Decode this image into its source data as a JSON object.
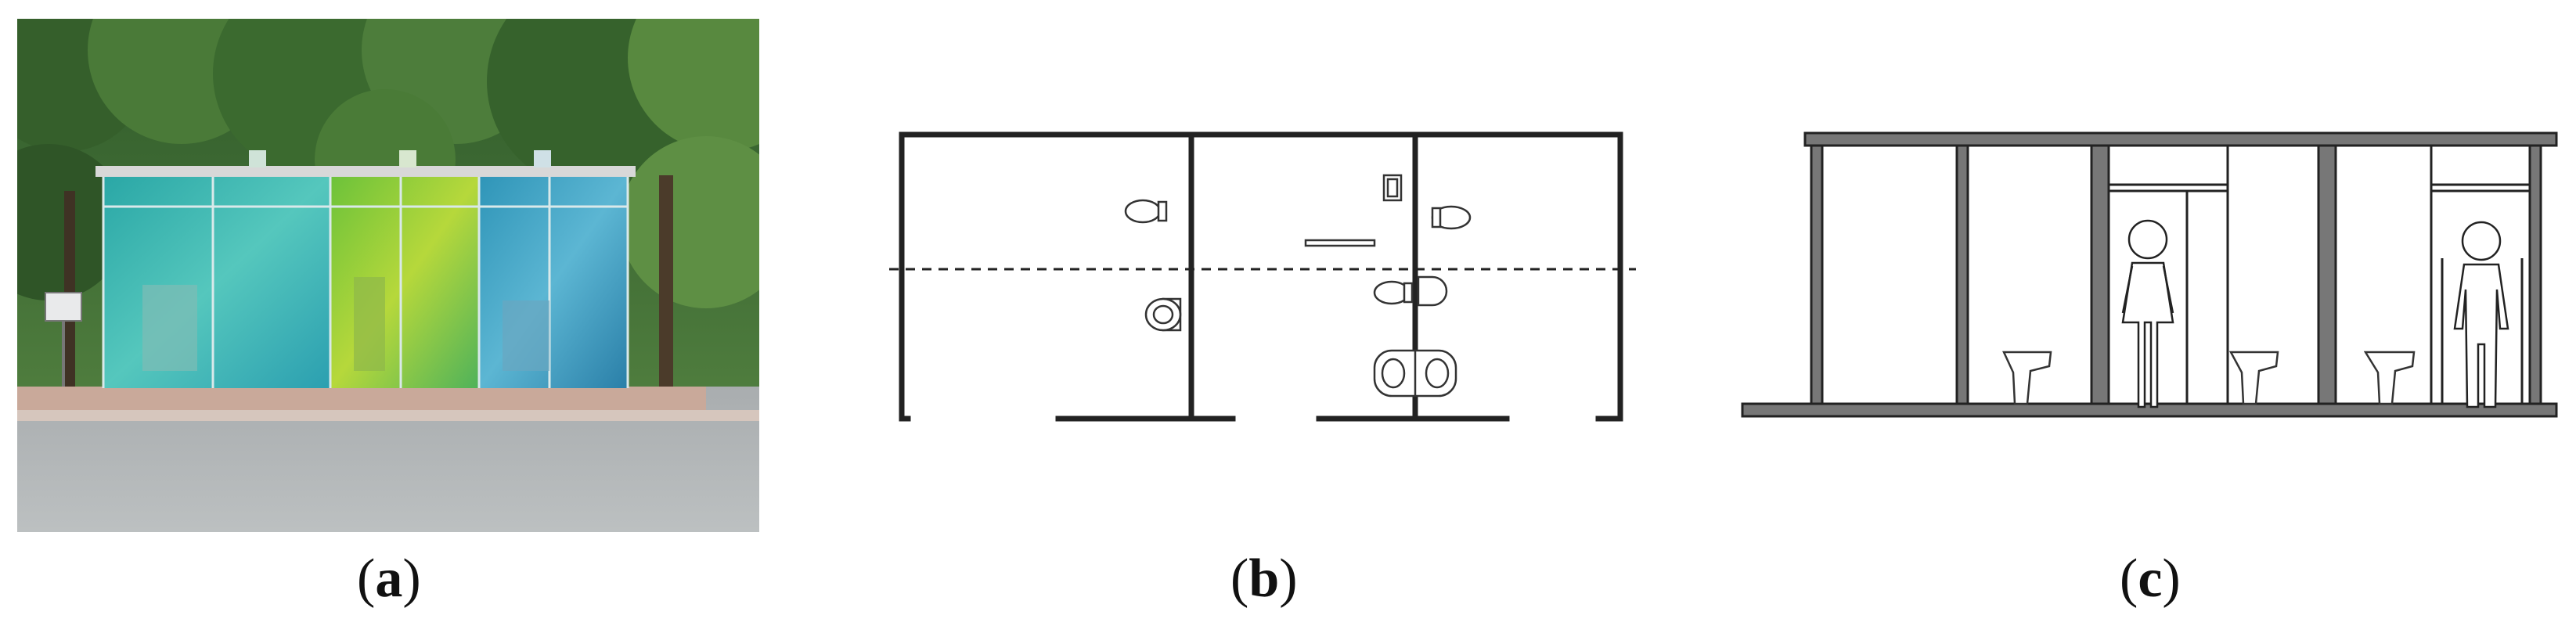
{
  "captions": {
    "a": {
      "open": "(",
      "letter": "a",
      "close": ")"
    },
    "b": {
      "open": "(",
      "letter": "b",
      "close": ")"
    },
    "c": {
      "open": "(",
      "letter": "c",
      "close": ")"
    }
  },
  "colors": {
    "glass_cyan": "#3fb0b8",
    "glass_green": "#7fc63a",
    "glass_blue": "#2f8fb5",
    "foliage": "#3e6b34",
    "pavement": "#b8bcbd",
    "line": "#222222",
    "section_fill": "#777777"
  },
  "icons": [
    "toilet-icon",
    "urinal-icon",
    "sink-icon",
    "mirror-icon",
    "woman-icon",
    "man-icon"
  ]
}
